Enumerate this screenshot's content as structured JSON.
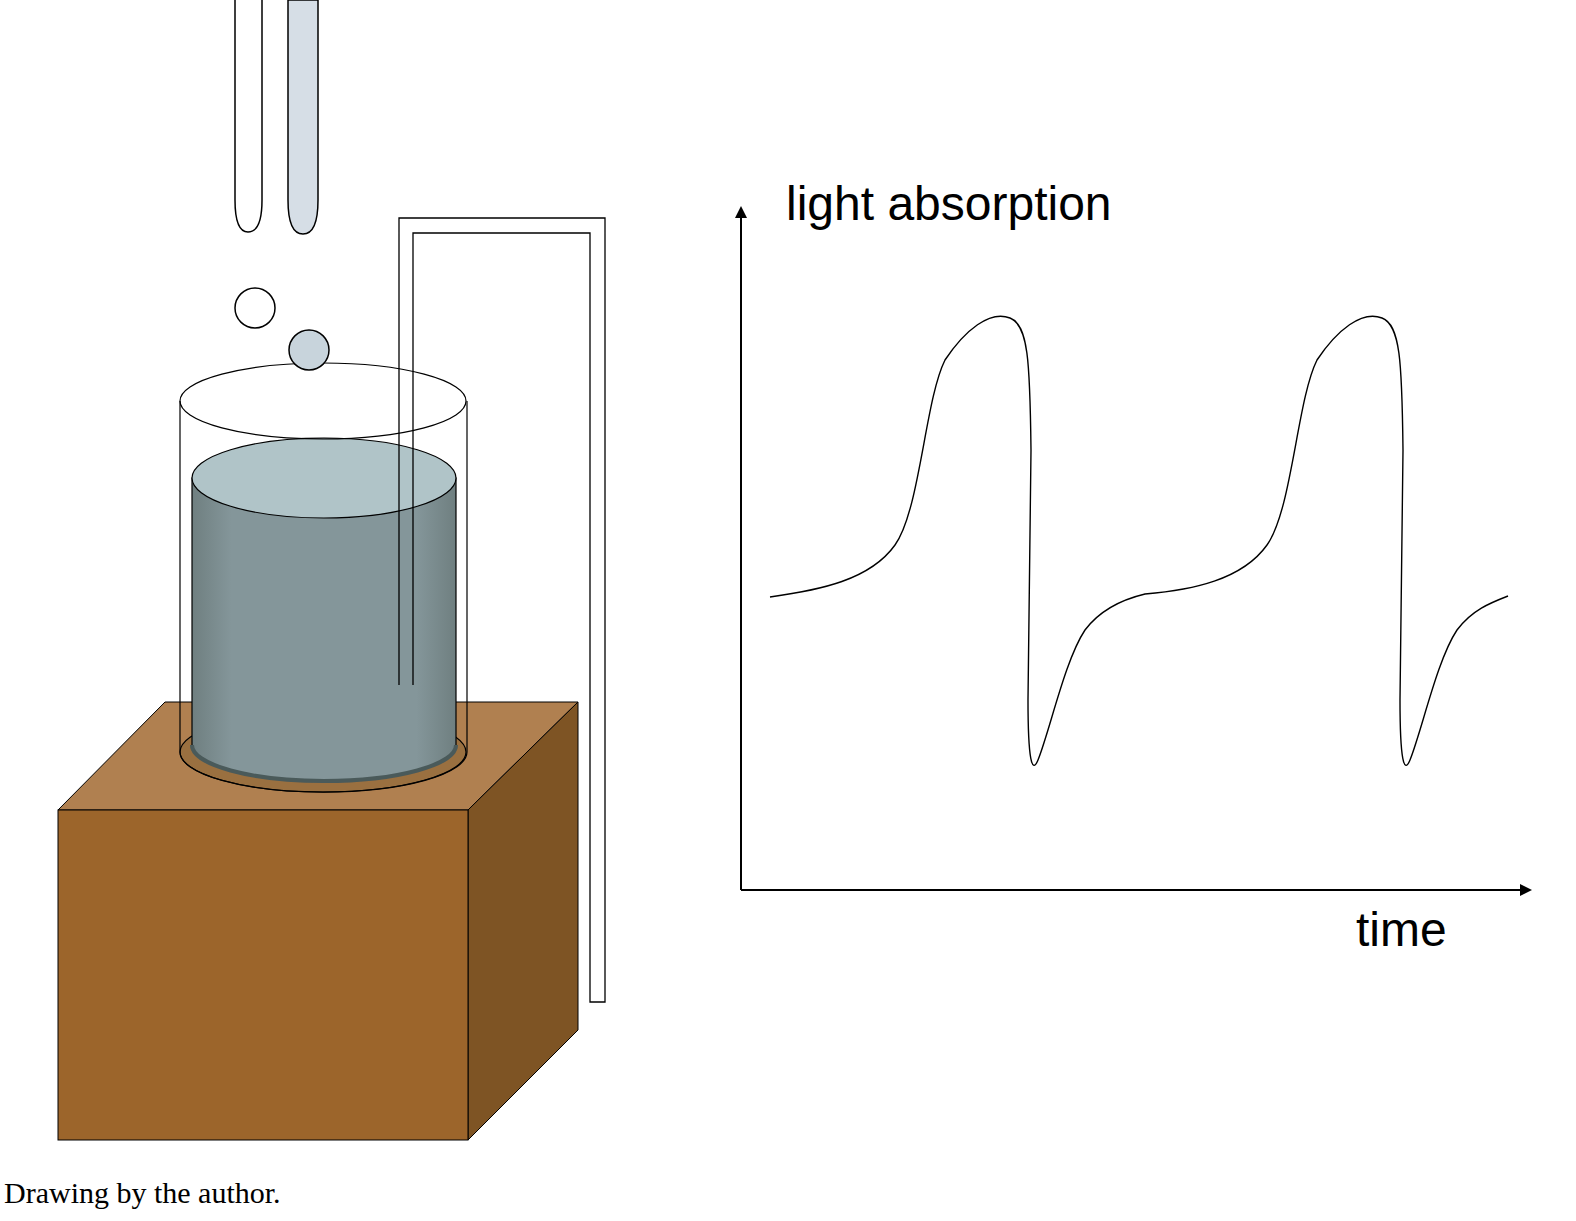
{
  "diagram": {
    "caption": "Drawing by the author.",
    "labels": [
      "light absorption",
      "time"
    ]
  }
}
